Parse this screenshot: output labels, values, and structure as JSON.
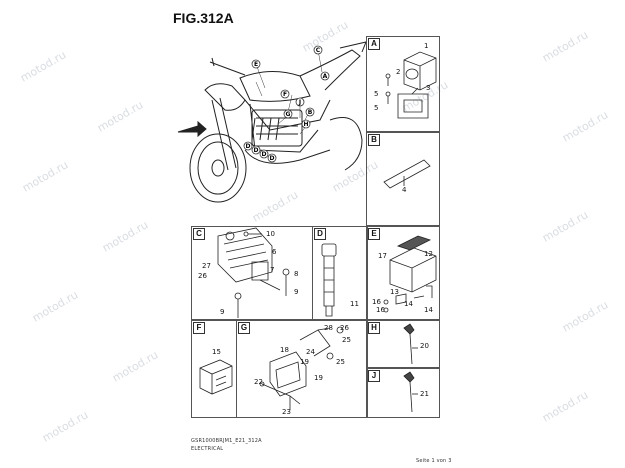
{
  "figure": {
    "title": "FIG.312A"
  },
  "watermark": "motod.ru",
  "overview": {
    "callouts": [
      "A",
      "B",
      "C",
      "D",
      "E",
      "F",
      "G",
      "H",
      "J"
    ]
  },
  "panels": {
    "A": {
      "label": "A",
      "parts": [
        "1",
        "2",
        "3",
        "5",
        "5"
      ]
    },
    "B": {
      "label": "B",
      "parts": [
        "4"
      ]
    },
    "C": {
      "label": "C",
      "parts": [
        "10",
        "6",
        "7",
        "27",
        "26",
        "8",
        "9",
        "9"
      ]
    },
    "D": {
      "label": "D",
      "parts": [
        "11"
      ]
    },
    "E": {
      "label": "E",
      "parts": [
        "12",
        "17",
        "13",
        "14",
        "14",
        "16",
        "16"
      ]
    },
    "F": {
      "label": "F",
      "parts": [
        "15"
      ]
    },
    "G": {
      "label": "G",
      "parts": [
        "28",
        "26",
        "25",
        "18",
        "24",
        "19",
        "22",
        "23",
        "25",
        "19"
      ]
    },
    "H": {
      "label": "H",
      "parts": [
        "20"
      ]
    },
    "J": {
      "label": "J",
      "parts": [
        "21"
      ]
    }
  },
  "footer": {
    "code": "GSR1000BRJM1_E21_312A",
    "caption": "ELECTRICAL",
    "page": "Seite 1 von 3"
  }
}
